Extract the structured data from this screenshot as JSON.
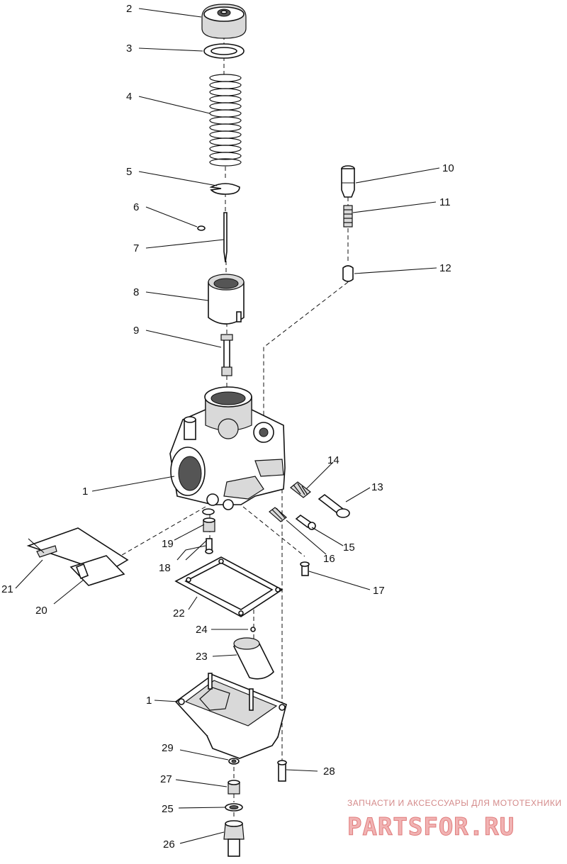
{
  "callouts": {
    "c1a": "1",
    "c1b": "1",
    "c2": "2",
    "c3": "3",
    "c4": "4",
    "c5": "5",
    "c6": "6",
    "c7": "7",
    "c8": "8",
    "c9": "9",
    "c10": "10",
    "c11": "11",
    "c12": "12",
    "c13": "13",
    "c14": "14",
    "c15": "15",
    "c16": "16",
    "c17": "17",
    "c18": "18",
    "c19": "19",
    "c20": "20",
    "c21": "21",
    "c22": "22",
    "c23": "23",
    "c24": "24",
    "c25": "25",
    "c26": "26",
    "c27": "27",
    "c28": "28",
    "c29": "29"
  },
  "watermark": {
    "tagline": "ЗАПЧАСТИ И АКСЕССУАРЫ ДЛЯ МОТОТЕХНИКИ",
    "brand": "PARTSFOR.RU"
  }
}
